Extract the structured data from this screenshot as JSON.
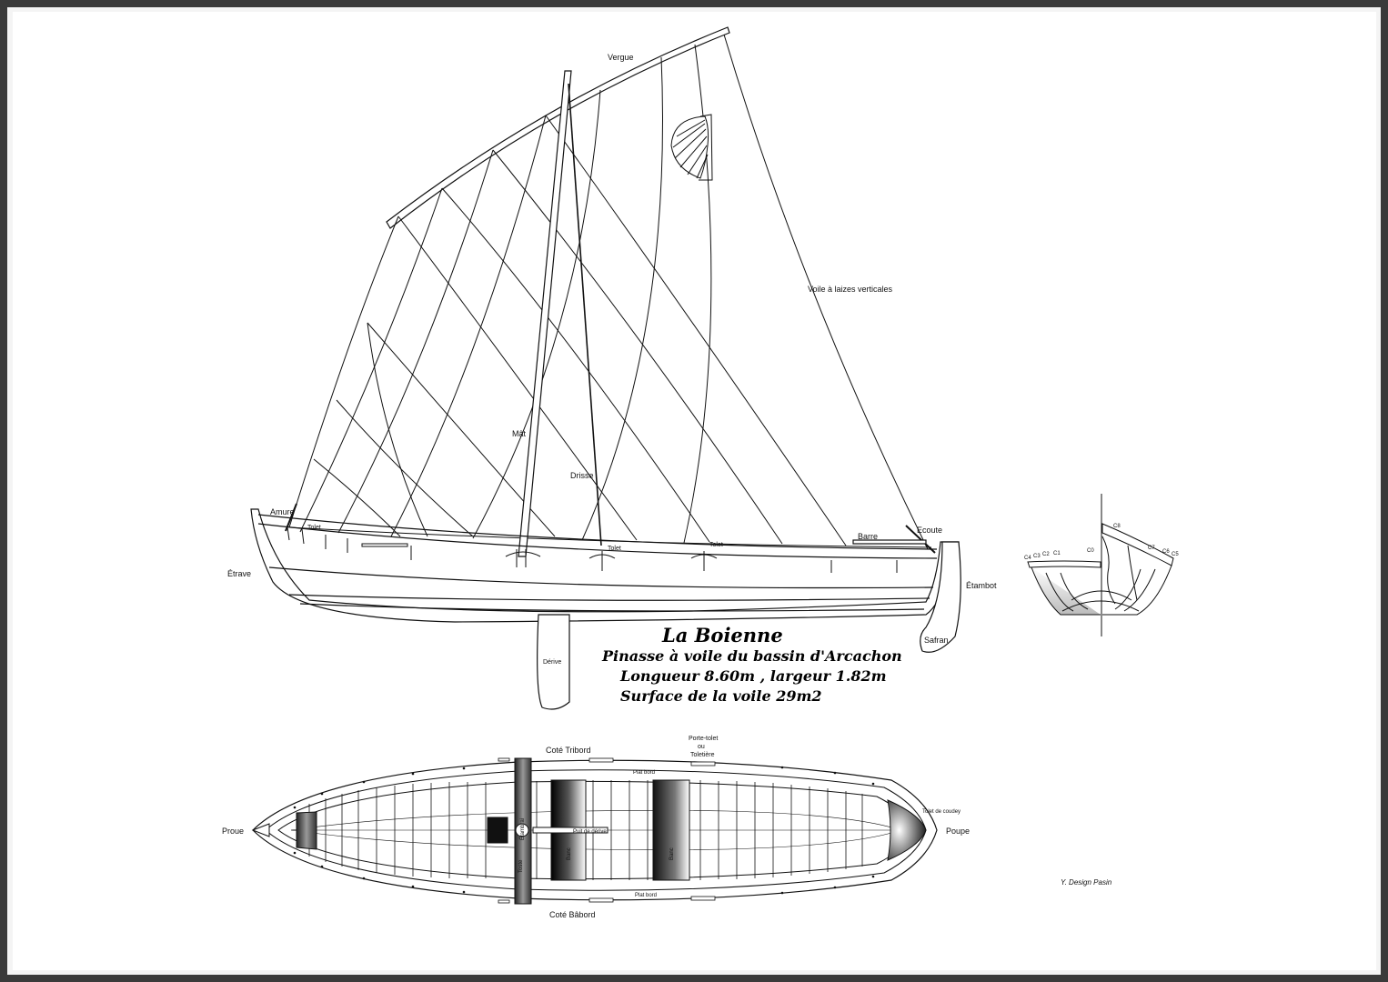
{
  "title": {
    "name": "La Boienne",
    "subtitle": "Pinasse à voile du bassin d'Arcachon",
    "dimensions": "Longueur 8.60m , largeur 1.82m",
    "sail_area": "Surface de la voile 29m2"
  },
  "sail_plan": {
    "vergue": "Vergue",
    "voile": "Voile à laizes verticales",
    "mat": "Mât",
    "drisse": "Drisse",
    "amure": "Amure",
    "tolet": "Tolet",
    "barre": "Barre",
    "ecoute": "Ecoute",
    "etrave": "Étrave",
    "etambot": "Étambot",
    "safran": "Safran",
    "derive": "Dérive"
  },
  "section": {
    "stations_left": [
      "C4",
      "C3",
      "C2",
      "C1",
      "C0"
    ],
    "stations_right": [
      "C8",
      "C7",
      "C6",
      "C5"
    ]
  },
  "deck_plan": {
    "proue": "Proue",
    "poupe": "Poupe",
    "cote_tribord": "Coté Tribord",
    "cote_babord": "Coté Bâbord",
    "porte_tolet": "Porte-tolet",
    "ou": "ou",
    "toletiere": "Toletière",
    "plat_bord": "Plat bord",
    "tolet_coudey": "Tolet de coudey",
    "puit_derive": "Puit de dérive",
    "toste": "Toste",
    "banc": "Banc",
    "etambrai": "Étambrai"
  },
  "signature": "Y. Design Pasin"
}
